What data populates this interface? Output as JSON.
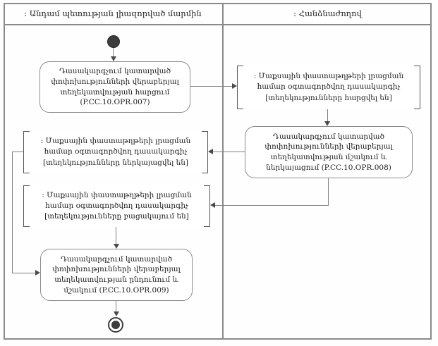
{
  "diagram": {
    "lanes": {
      "left": {
        "title": ": Անդամ պետության լիազորված մարմին"
      },
      "right": {
        "title": ": Հանձնաժողով"
      }
    },
    "nodes": {
      "activity_request": {
        "label": "Դասակարգչում կատարված փոփոխությունների վերաբերյալ տեղեկատվության հարցում (P.CC.10.OPR.007)"
      },
      "object_requested": {
        "label": ": Մաքսային փաստաթղթերի լրացման համար օգտագործվող դասակարգիչ [տեղեկությունները հարցվել են]"
      },
      "activity_process_present": {
        "label": "Դասակարգչում կատարված փոփոխությունների վերաբերյալ տեղեկատվության մշակում և ներկայացում (P.CC.10.OPR.008)"
      },
      "object_presented": {
        "label": ": Մաքսային փաստաթղթերի լրացման համար օգտագործվող դասակարգիչ [տեղեկությունները ներկայացվել են]"
      },
      "object_missing": {
        "label": ": Մաքսային փաստաթղթերի լրացման համար օգտագործվող դասակարգիչ [տեղեկությունները բացակայում են]"
      },
      "activity_receive": {
        "label": "Դասակարգչում կատարված փոփոխությունների վերաբերյալ տեղեկատվության ընդունում և մշակում (P.CC.10.OPR.009)"
      }
    },
    "colors": {
      "line": "#7f7f7f",
      "border": "#8a8a8a",
      "node_fill": "#ffffff",
      "text": "#1c1c1c"
    }
  }
}
